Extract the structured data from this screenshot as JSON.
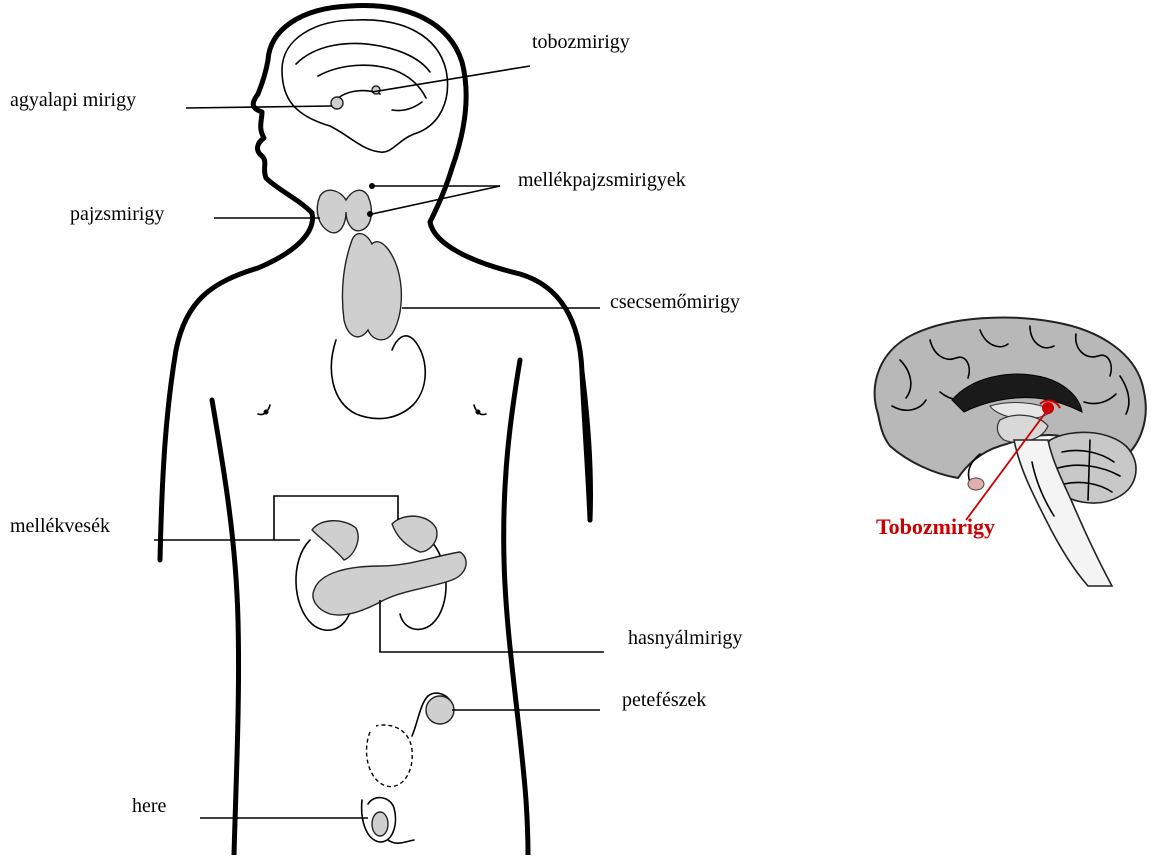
{
  "labels": {
    "tobozmirigy": "tobozmirigy",
    "agyalapi_mirigy": "agyalapi mirigy",
    "mellekpajzsmirigyek": "mellékpajzsmirigyek",
    "pajzsmirigy": "pajzsmirigy",
    "csecsemomirigy": "csecsemőmirigy",
    "mellekvesek": "mellékvesék",
    "hasnyalmirigy": "hasnyálmirigy",
    "petefeszek": "petefészek",
    "here": "here"
  },
  "brain_callout": {
    "label": "Tobozmirigy",
    "color": "#cc0000"
  },
  "colors": {
    "outline": "#000000",
    "gland": "#cfcfcf",
    "brain_fill": "#b8b8b8",
    "highlight": "#cc0000"
  }
}
